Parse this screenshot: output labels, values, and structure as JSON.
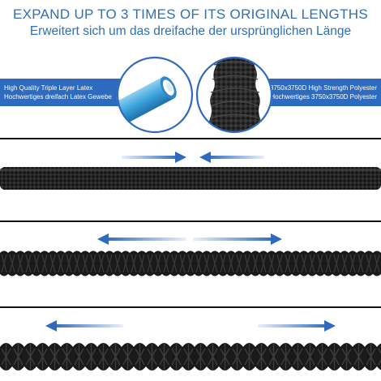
{
  "header": {
    "title_en": "EXPAND UP TO 3 TIMES OF ITS ORIGINAL LENGTHS",
    "title_de": "Erweitert sich um das dreifache der ursprünglichen Länge"
  },
  "features": {
    "latex": {
      "line1": "High Quality Triple Layer Latex",
      "line2": "Hochwertiges dreifach Latex Gewebe"
    },
    "polyester": {
      "line1": "3750x3750D High Strength Polyester",
      "line2": "Hochwertiges 3750x3750D Polyester"
    }
  },
  "colors": {
    "accent": "#2e6bbf",
    "title": "#2f6fb3",
    "hose": "#1a1a1a",
    "divider": "#111111"
  },
  "stages": [
    {
      "state": "compressed",
      "arrows": "inward-icon"
    },
    {
      "state": "medium",
      "arrows": "outward-icon"
    },
    {
      "state": "expanded",
      "arrows": "outward-icon"
    }
  ]
}
